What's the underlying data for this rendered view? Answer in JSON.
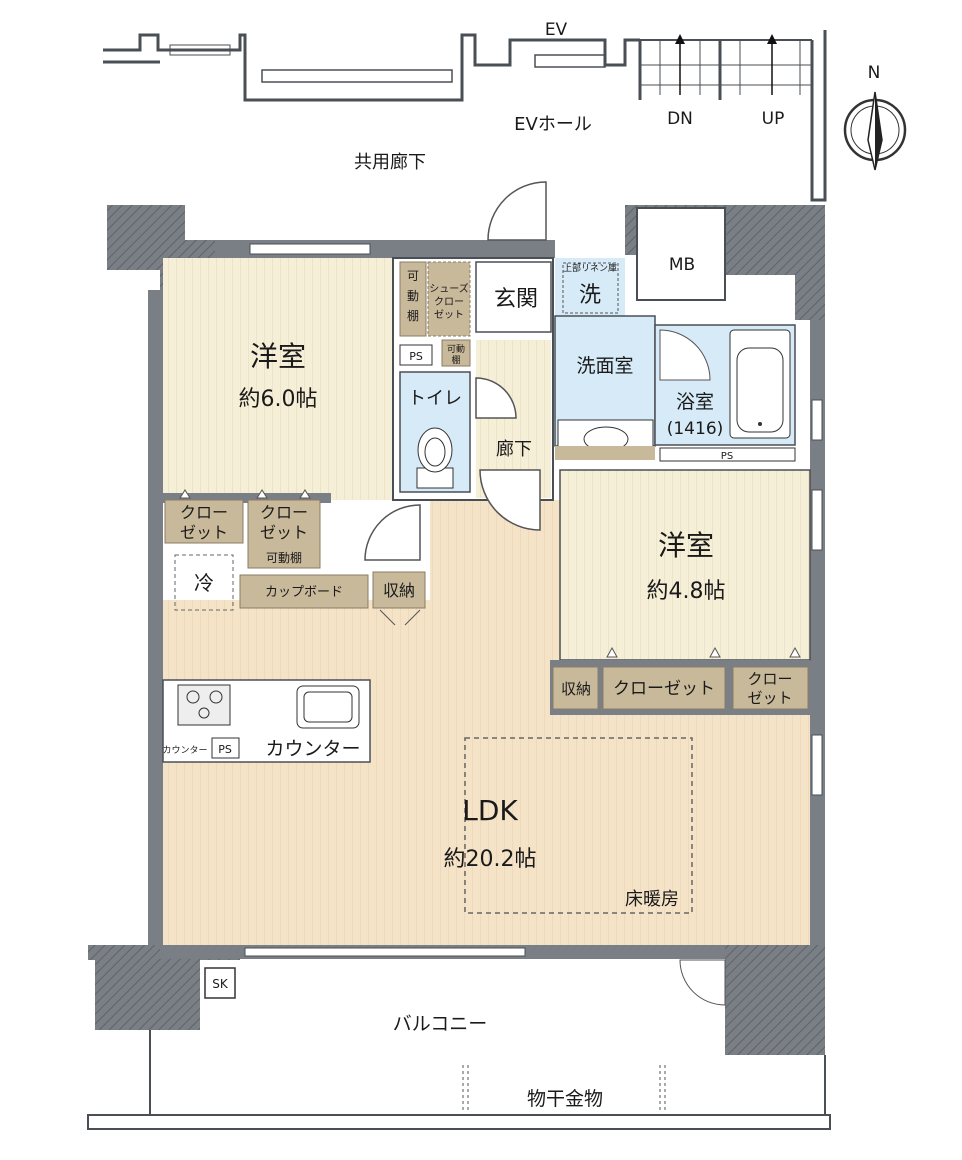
{
  "colors": {
    "wall": "#7a7f85",
    "wall_hatch": "#5e6369",
    "room_wood": "#f6efd8",
    "ldk_wood": "#f5e3c8",
    "water": "#d6ebf7",
    "storage": "#c9b99b",
    "outline": "#4a4f55"
  },
  "labels": {
    "ev": "EV",
    "ev_hall": "EVホール",
    "dn": "DN",
    "up": "UP",
    "north": "N",
    "common_corridor": "共用廊下",
    "mb": "MB",
    "entrance": "玄関",
    "shoe_closet_1": "シューズ",
    "shoe_closet_2": "クロー",
    "shoe_closet_3": "ゼット",
    "movable_shelf_1": "可",
    "movable_shelf_2": "動",
    "movable_shelf_3": "棚",
    "movable_shelf_small": "可動",
    "movable_shelf_small_2": "棚",
    "linen_top": "上部リネン庫",
    "wash": "洗",
    "ps": "PS",
    "washroom": "洗面室",
    "bath": "浴室",
    "bath_size": "(1416)",
    "toilet": "トイレ",
    "hallway": "廊下",
    "western_room": "洋室",
    "room1_size": "約6.0帖",
    "room2_size": "約4.8帖",
    "closet_1": "クロー",
    "closet_2": "ゼット",
    "movable_shelf": "可動棚",
    "fridge": "冷",
    "cupboard": "カップボード",
    "storage": "収納",
    "closet": "クローゼット",
    "counter_small": "カウンター",
    "counter": "カウンター",
    "ldk": "LDK",
    "ldk_size": "約20.2帖",
    "floor_heating": "床暖房",
    "sk": "SK",
    "balcony": "バルコニー",
    "drying_hardware": "物干金物"
  }
}
